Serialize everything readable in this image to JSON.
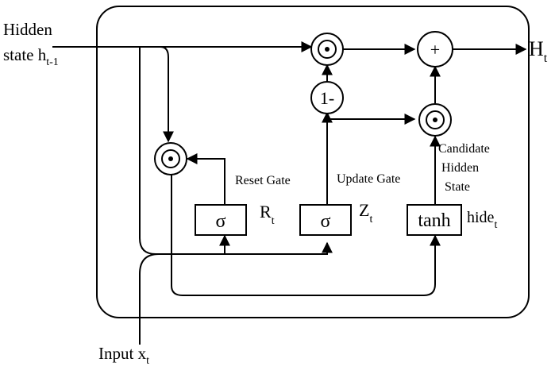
{
  "inputs": {
    "hidden_line1": "Hidden",
    "hidden_line2": "state h",
    "hidden_sub": "t-1",
    "input_label": "Input x",
    "input_sub": "t"
  },
  "output": {
    "label": "H",
    "sub": "t"
  },
  "gates": {
    "reset_caption": "Reset Gate",
    "reset_symbol": "σ",
    "reset_out": "R",
    "reset_out_sub": "t",
    "update_caption": "Update Gate",
    "update_symbol": "σ",
    "update_out": "Z",
    "update_out_sub": "t",
    "tanh_symbol": "tanh",
    "tanh_out": "hide",
    "tanh_out_sub": "t"
  },
  "candidate": {
    "line1": "Candidate",
    "line2": "Hidden",
    "line3": "State"
  },
  "ops": {
    "plus": "+",
    "one_minus": "1-"
  }
}
